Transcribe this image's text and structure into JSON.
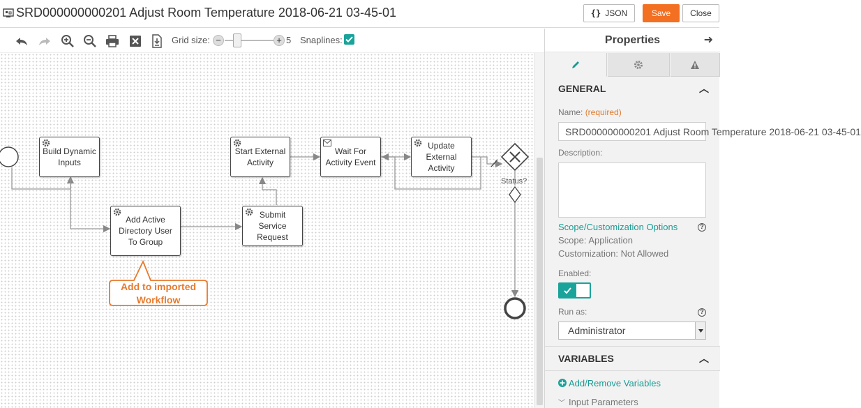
{
  "header": {
    "title": "SRD000000000201 Adjust Room Temperature 2018-06-21 03-45-01",
    "json_label": "JSON",
    "json_brace": "{}",
    "save_label": "Save",
    "close_label": "Close"
  },
  "toolbar": {
    "grid_label": "Grid size:",
    "grid_value": "5",
    "snaplines_label": "Snaplines:",
    "snaplines_checked": true
  },
  "workflow": {
    "nodes": {
      "build_dynamic_inputs": "Build Dynamic Inputs",
      "add_active_directory": "Add Active Directory User To Group",
      "start_external_activity": "Start External Activity",
      "submit_service_request": "Submit Service Request",
      "wait_for_activity_event": "Wait For Activity Event",
      "update_external_activity": "Update External Activity"
    },
    "gateway_label": "Status?",
    "callout": "Add to imported Workflow"
  },
  "panel": {
    "title": "Properties",
    "general_heading": "GENERAL",
    "name_label": "Name:",
    "name_required": "(required)",
    "name_value": "SRD000000000201 Adjust Room Temperature 2018-06-21 03-45-01",
    "description_label": "Description:",
    "scope_link": "Scope/Customization Options",
    "scope_text": "Scope: Application",
    "customization_text": "Customization: Not Allowed",
    "enabled_label": "Enabled:",
    "enabled": true,
    "run_as_label": "Run as:",
    "run_as_value": "Administrator",
    "variables_heading": "VARIABLES",
    "add_remove_variables": "Add/Remove Variables",
    "input_parameters": "Input Parameters"
  },
  "colors": {
    "accent": "#1aa39b",
    "save": "#f36f21",
    "callout": "#e87a2c"
  }
}
